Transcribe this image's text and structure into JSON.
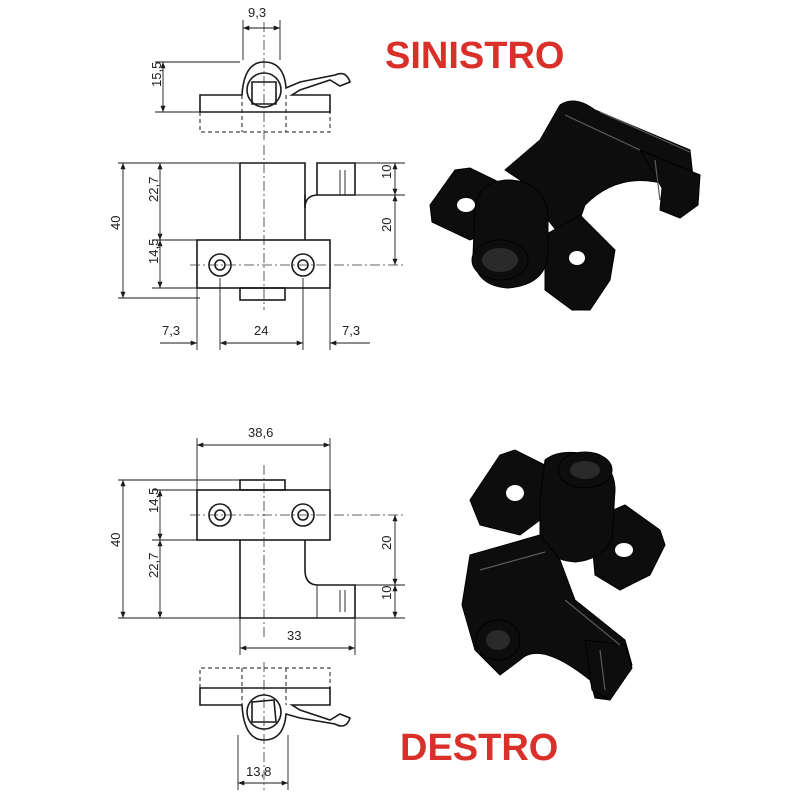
{
  "labels": {
    "left_title": "SINISTRO",
    "right_title": "DESTRO"
  },
  "top_drawing": {
    "width_small": "9,3",
    "height_top": "15,5",
    "height_total": "40",
    "height_upper": "22,7",
    "height_lower": "14,5",
    "hook_height": "10",
    "hook_offset": "20",
    "margin_left": "7,3",
    "hole_spacing": "24",
    "margin_right": "7,3"
  },
  "bottom_drawing": {
    "width_total": "38,6",
    "height_total": "40",
    "height_upper": "14,5",
    "height_lower": "22,7",
    "hook_offset": "20",
    "hook_height": "10",
    "width_arm": "33",
    "width_small": "13,8"
  }
}
